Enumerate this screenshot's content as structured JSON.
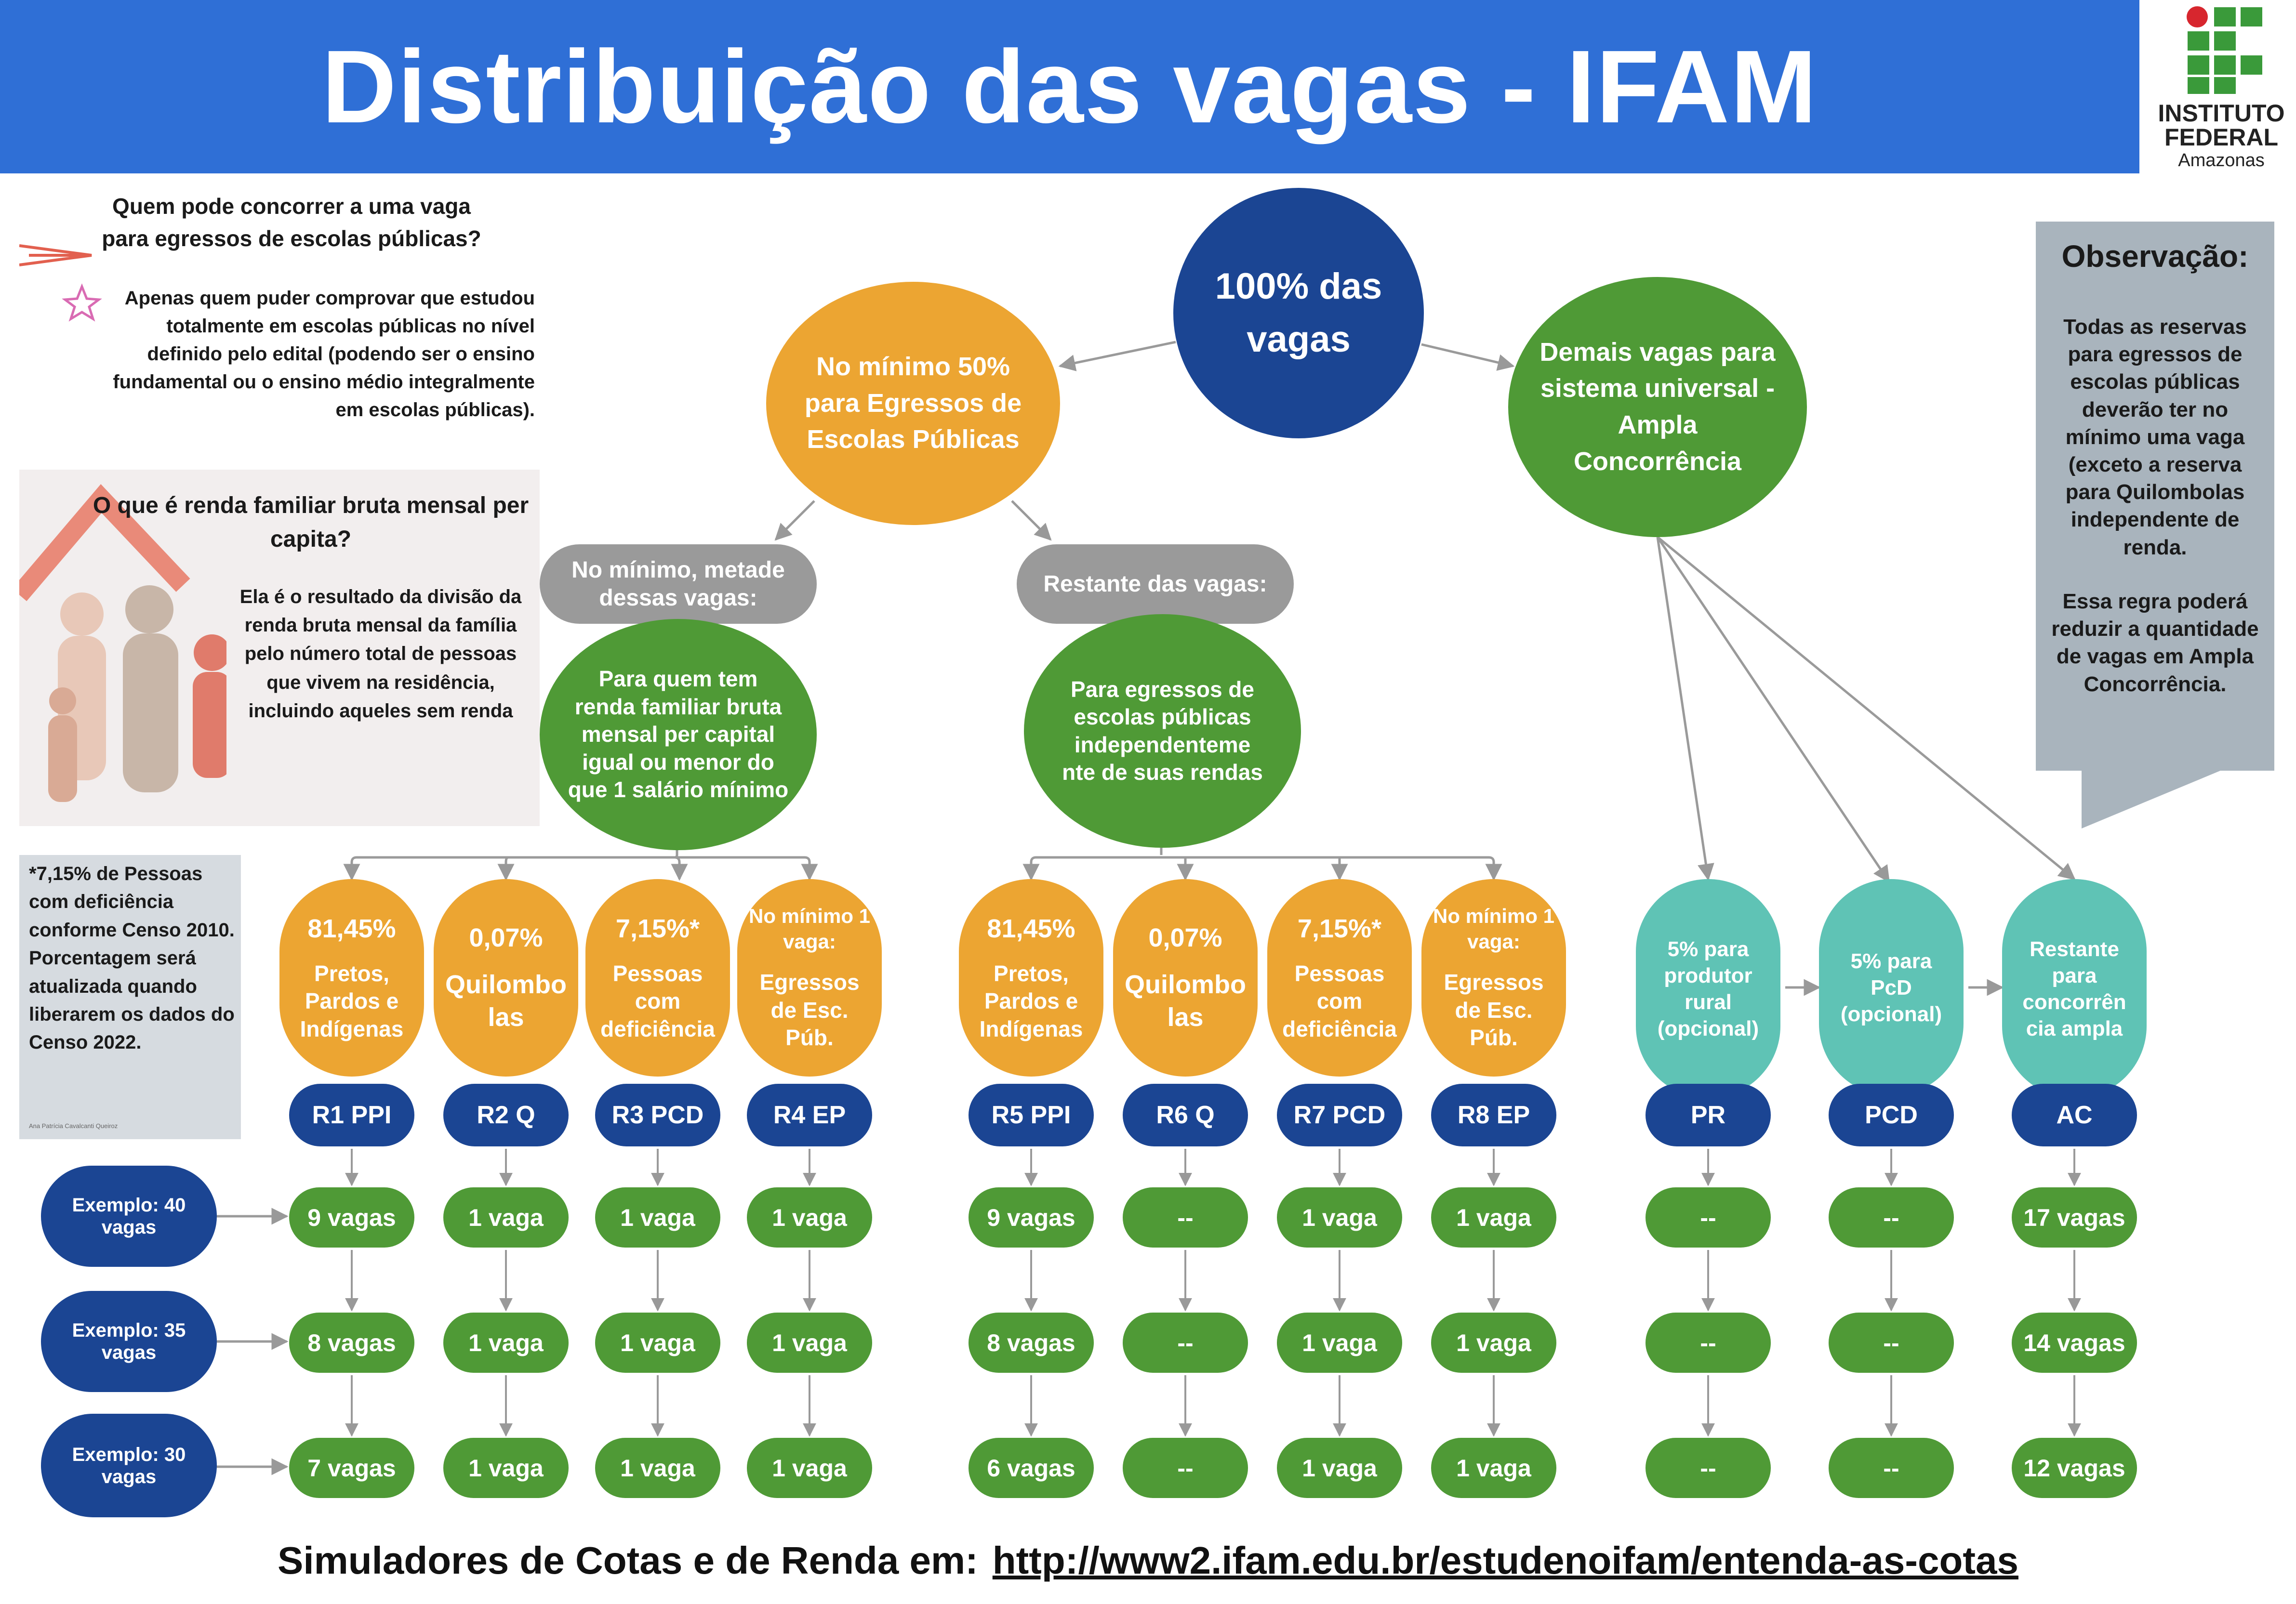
{
  "header": {
    "title": "Distribuição das vagas - IFAM"
  },
  "logo": {
    "line1": "INSTITUTO",
    "line2": "FEDERAL",
    "line3": "Amazonas"
  },
  "info_public_school": {
    "question": "Quem pode concorrer a uma vaga para egressos de escolas públicas?",
    "answer": "Apenas quem puder comprovar que estudou totalmente em escolas públicas no nível definido pelo edital (podendo ser o ensino fundamental ou o ensino médio integralmente em escolas públicas)."
  },
  "info_income": {
    "question": "O que é renda familiar bruta mensal per capita?",
    "answer": "Ela é o resultado da divisão da renda bruta mensal da família pelo número total de pessoas que vivem na residência, incluindo aqueles sem renda"
  },
  "footnote": {
    "text": "*7,15% de Pessoas com deficiência conforme Censo 2010. Porcentagem será atualizada quando liberarem os dados do Censo 2022.",
    "author": "Ana Patrícia Cavalcanti Queiroz"
  },
  "observation": {
    "title": "Observação:",
    "text1": "Todas as reservas para egressos de escolas públicas deverão ter no mínimo uma vaga (exceto a reserva para Quilombolas independente de renda.",
    "text2": "Essa regra poderá reduzir a quantidade de vagas em Ampla Concorrência."
  },
  "tree": {
    "root": "100% das vagas",
    "public": "No mínimo 50% para Egressos de Escolas Públicas",
    "universal": "Demais vagas para sistema universal - Ampla Concorrência",
    "half_label": "No mínimo, metade dessas vagas:",
    "rest_label": "Restante das vagas:",
    "low_income": "Para quem tem renda familiar bruta mensal per capital igual ou menor do que 1 salário mínimo",
    "any_income": "Para egressos de escolas públicas independenteme nte de suas rendas"
  },
  "groups": [
    {
      "pct": "81,45%",
      "label": "Pretos, Pardos e Indígenas",
      "code": "R1 PPI",
      "values": [
        "9 vagas",
        "8 vagas",
        "7 vagas"
      ]
    },
    {
      "pct": "0,07%",
      "label": "Quilombo las",
      "code": "R2 Q",
      "values": [
        "1 vaga",
        "1 vaga",
        "1 vaga"
      ]
    },
    {
      "pct": "7,15%*",
      "label": "Pessoas com deficiência",
      "code": "R3 PCD",
      "values": [
        "1 vaga",
        "1 vaga",
        "1 vaga"
      ]
    },
    {
      "pct": "No mínimo 1 vaga:",
      "label": "Egressos de Esc. Púb.",
      "code": "R4 EP",
      "values": [
        "1 vaga",
        "1 vaga",
        "1 vaga"
      ]
    },
    {
      "pct": "81,45%",
      "label": "Pretos, Pardos e Indígenas",
      "code": "R5 PPI",
      "values": [
        "9 vagas",
        "8 vagas",
        "6 vagas"
      ]
    },
    {
      "pct": "0,07%",
      "label": "Quilombo las",
      "code": "R6 Q",
      "values": [
        "--",
        "--",
        "--"
      ]
    },
    {
      "pct": "7,15%*",
      "label": "Pessoas com deficiência",
      "code": "R7 PCD",
      "values": [
        "1 vaga",
        "1 vaga",
        "1 vaga"
      ]
    },
    {
      "pct": "No mínimo 1 vaga:",
      "label": "Egressos de Esc. Púb.",
      "code": "R8 EP",
      "values": [
        "1 vaga",
        "1 vaga",
        "1 vaga"
      ]
    },
    {
      "pct": "",
      "label": "5% para produtor rural (opcional)",
      "code": "PR",
      "values": [
        "--",
        "--",
        "--"
      ]
    },
    {
      "pct": "",
      "label": "5% para PcD (opcional)",
      "code": "PCD",
      "values": [
        "--",
        "--",
        "--"
      ]
    },
    {
      "pct": "",
      "label": "Restante para concorrên cia ampla",
      "code": "AC",
      "values": [
        "17 vagas",
        "14 vagas",
        "12 vagas"
      ]
    }
  ],
  "examples": [
    "Exemplo: 40 vagas",
    "Exemplo: 35 vagas",
    "Exemplo: 30 vagas"
  ],
  "footer": {
    "label": "Simuladores de Cotas e de Renda em:",
    "url": "http://www2.ifam.edu.br/estudenoifam/entenda-as-cotas"
  },
  "colors": {
    "header": "#2f6fd6",
    "navy": "#1b4593",
    "orange": "#eca532",
    "green": "#4f9a36",
    "teal": "#5fc3b5",
    "gray": "#9a9a9a"
  }
}
